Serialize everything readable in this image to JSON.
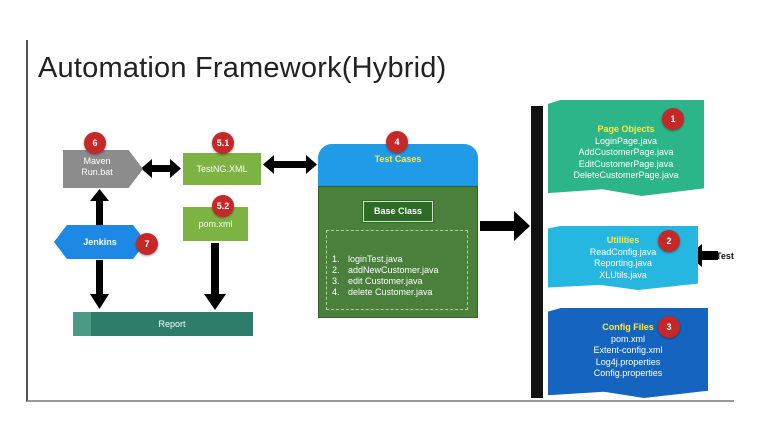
{
  "title": "Automation Framework(Hybrid)",
  "nodes": {
    "maven": {
      "line1": "Maven",
      "line2": "Run.bat",
      "badge": "6"
    },
    "testng": {
      "label": "TestNG.XML",
      "badge": "5.1"
    },
    "pom": {
      "label": "pom.xml",
      "badge": "5.2"
    },
    "jenkins": {
      "label": "Jenkins",
      "badge": "7"
    },
    "report": {
      "label": "Report"
    },
    "test_cases": {
      "header": "Test Cases",
      "badge": "4",
      "base_class": "Base Class",
      "items": [
        {
          "num": "1.",
          "text": "loginTest.java"
        },
        {
          "num": "2.",
          "text": "addNewCustomer.java"
        },
        {
          "num": "3.",
          "text": "edit Customer.java"
        },
        {
          "num": "4.",
          "text": "delete Customer.java"
        }
      ]
    },
    "page_objects": {
      "header": "Page Objects",
      "badge": "1",
      "items": [
        "LoginPage.java",
        "AddCustomerPage.java",
        "EditCustomerPage.java",
        "DeleteCustomerPage.java"
      ]
    },
    "utilities": {
      "header": "Utilities",
      "badge": "2",
      "items": [
        "ReadConfig.java",
        "Reporting.java",
        "XLUtils.java"
      ]
    },
    "config_files": {
      "header": "Config Files",
      "badge": "3",
      "items": [
        "pom.xml",
        "Extent-config.xml",
        "Log4j.properties",
        "Config.properties"
      ]
    },
    "test_tag": "Test"
  },
  "colors": {
    "badge": "#c62828",
    "green_node": "#7cb342",
    "test_cases_header": "#1f9be8",
    "test_cases_body": "#4a7f3c",
    "page_objects": "#2db58a",
    "utilities": "#26b7e0",
    "config_files": "#1565c0",
    "jenkins": "#1e88e5",
    "report": "#2e7d6b",
    "maven": "#8c8c8c"
  }
}
